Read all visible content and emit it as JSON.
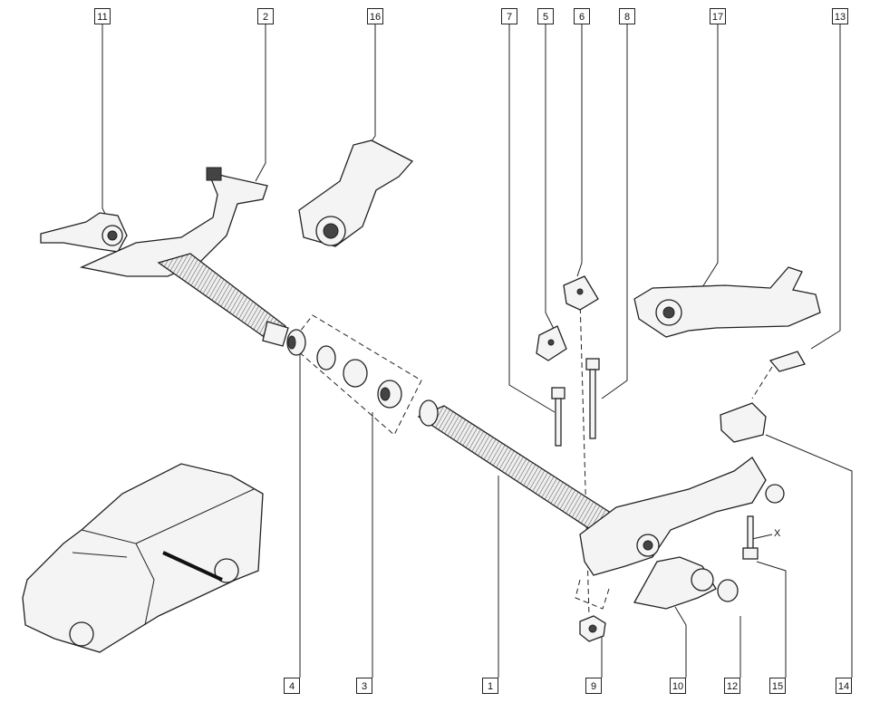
{
  "callouts_top": [
    {
      "id": "11"
    },
    {
      "id": "2"
    },
    {
      "id": "16"
    },
    {
      "id": "7"
    },
    {
      "id": "5"
    },
    {
      "id": "6"
    },
    {
      "id": "8"
    },
    {
      "id": "17"
    },
    {
      "id": "13"
    }
  ],
  "callouts_bottom": [
    {
      "id": "4"
    },
    {
      "id": "3"
    },
    {
      "id": "1"
    },
    {
      "id": "9"
    },
    {
      "id": "10"
    },
    {
      "id": "12"
    },
    {
      "id": "15"
    },
    {
      "id": "14"
    }
  ],
  "detail_mark": "X"
}
